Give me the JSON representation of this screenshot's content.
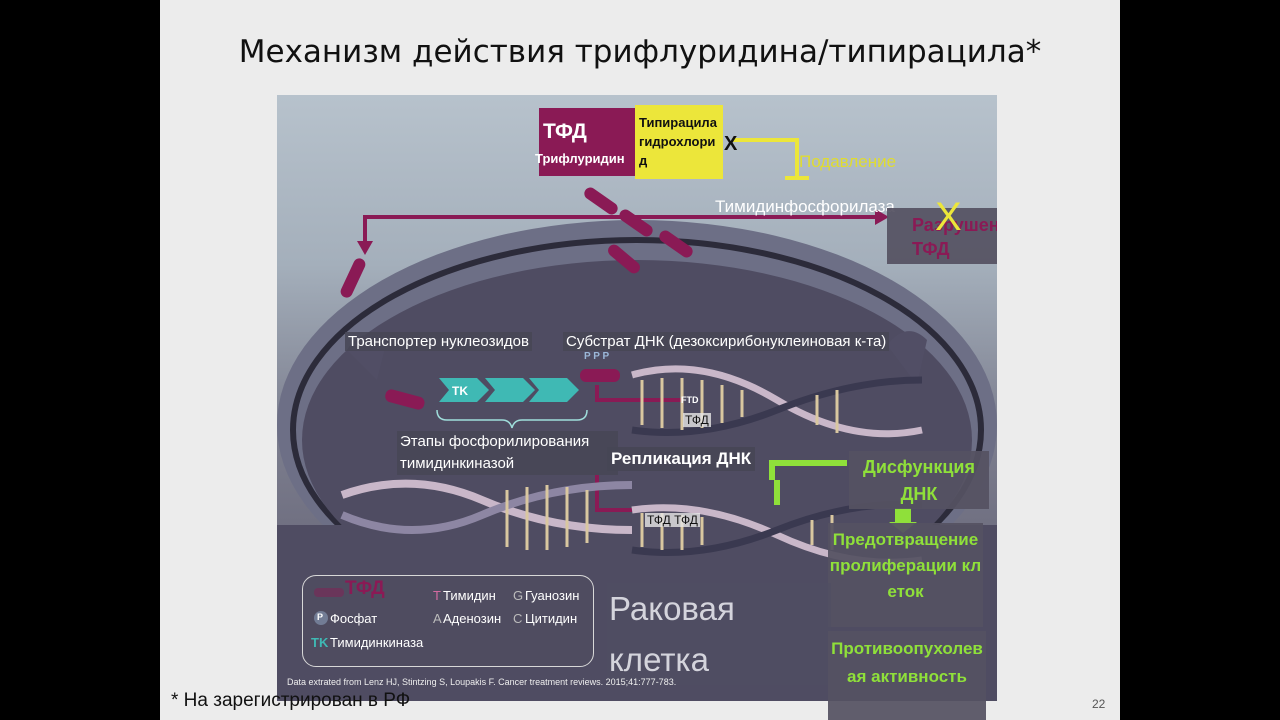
{
  "slide": {
    "title": "Механизм действия трифлуридина/типирацила*",
    "footnote": "* На зарегистрирован в РФ",
    "page_number": "22"
  },
  "figure": {
    "tfd_box_title": "ТФД",
    "tfd_box_sub": "Трифлуридин",
    "tipiracil_label": "Типирацила гидрохлорид",
    "x_mark": "X",
    "suppression_label": "Подавление",
    "thymidine_phosphorylase_label": "Тимидинфосфорилаза",
    "destruction_label": "Разрушение ТФД",
    "transporter_label": "Транспортер нуклеозидов",
    "substrate_label": "Субстрат ДНК (дезоксирибонуклеиновая к-та)",
    "ppp_label": "P P P",
    "tk_label": "TK",
    "phosphorylation_label": "Этапы фосфорилирования тимидинкиназой",
    "ftd_label": "FTD",
    "tfd_small_1": "ТФД",
    "tfd_small_2": "ТФД ТФД",
    "dna_replication_label": "Репликация ДНК",
    "dna_dysfunction_label": "Дисфункция ДНК",
    "prevention_label": "Предотвращение пролиферации клеток",
    "antitumor_label": "Противоопухолевая активность",
    "cancer_cell_label": "Раковая клетка",
    "reference": "Data extrated from Lenz HJ, Stintzing S, Loupakis F. Cancer treatment reviews. 2015;41:777-783."
  },
  "legend": {
    "tfd": "ТФД",
    "phosphate": "Фосфат",
    "thymidine_kinase": "Тимидинкиназа",
    "thymidine": "Тимидин",
    "adenosine": "Аденозин",
    "guanosine": "Гуанозин",
    "cytidine": "Цитидин",
    "t_letter": "T",
    "a_letter": "A",
    "g_letter": "G",
    "c_letter": "C",
    "p_letter": "P",
    "tk_letter": "TK"
  },
  "colors": {
    "magenta": "#8a1a55",
    "yellow": "#ece63a",
    "green": "#8fe03a",
    "teal": "#3fb9b4"
  }
}
